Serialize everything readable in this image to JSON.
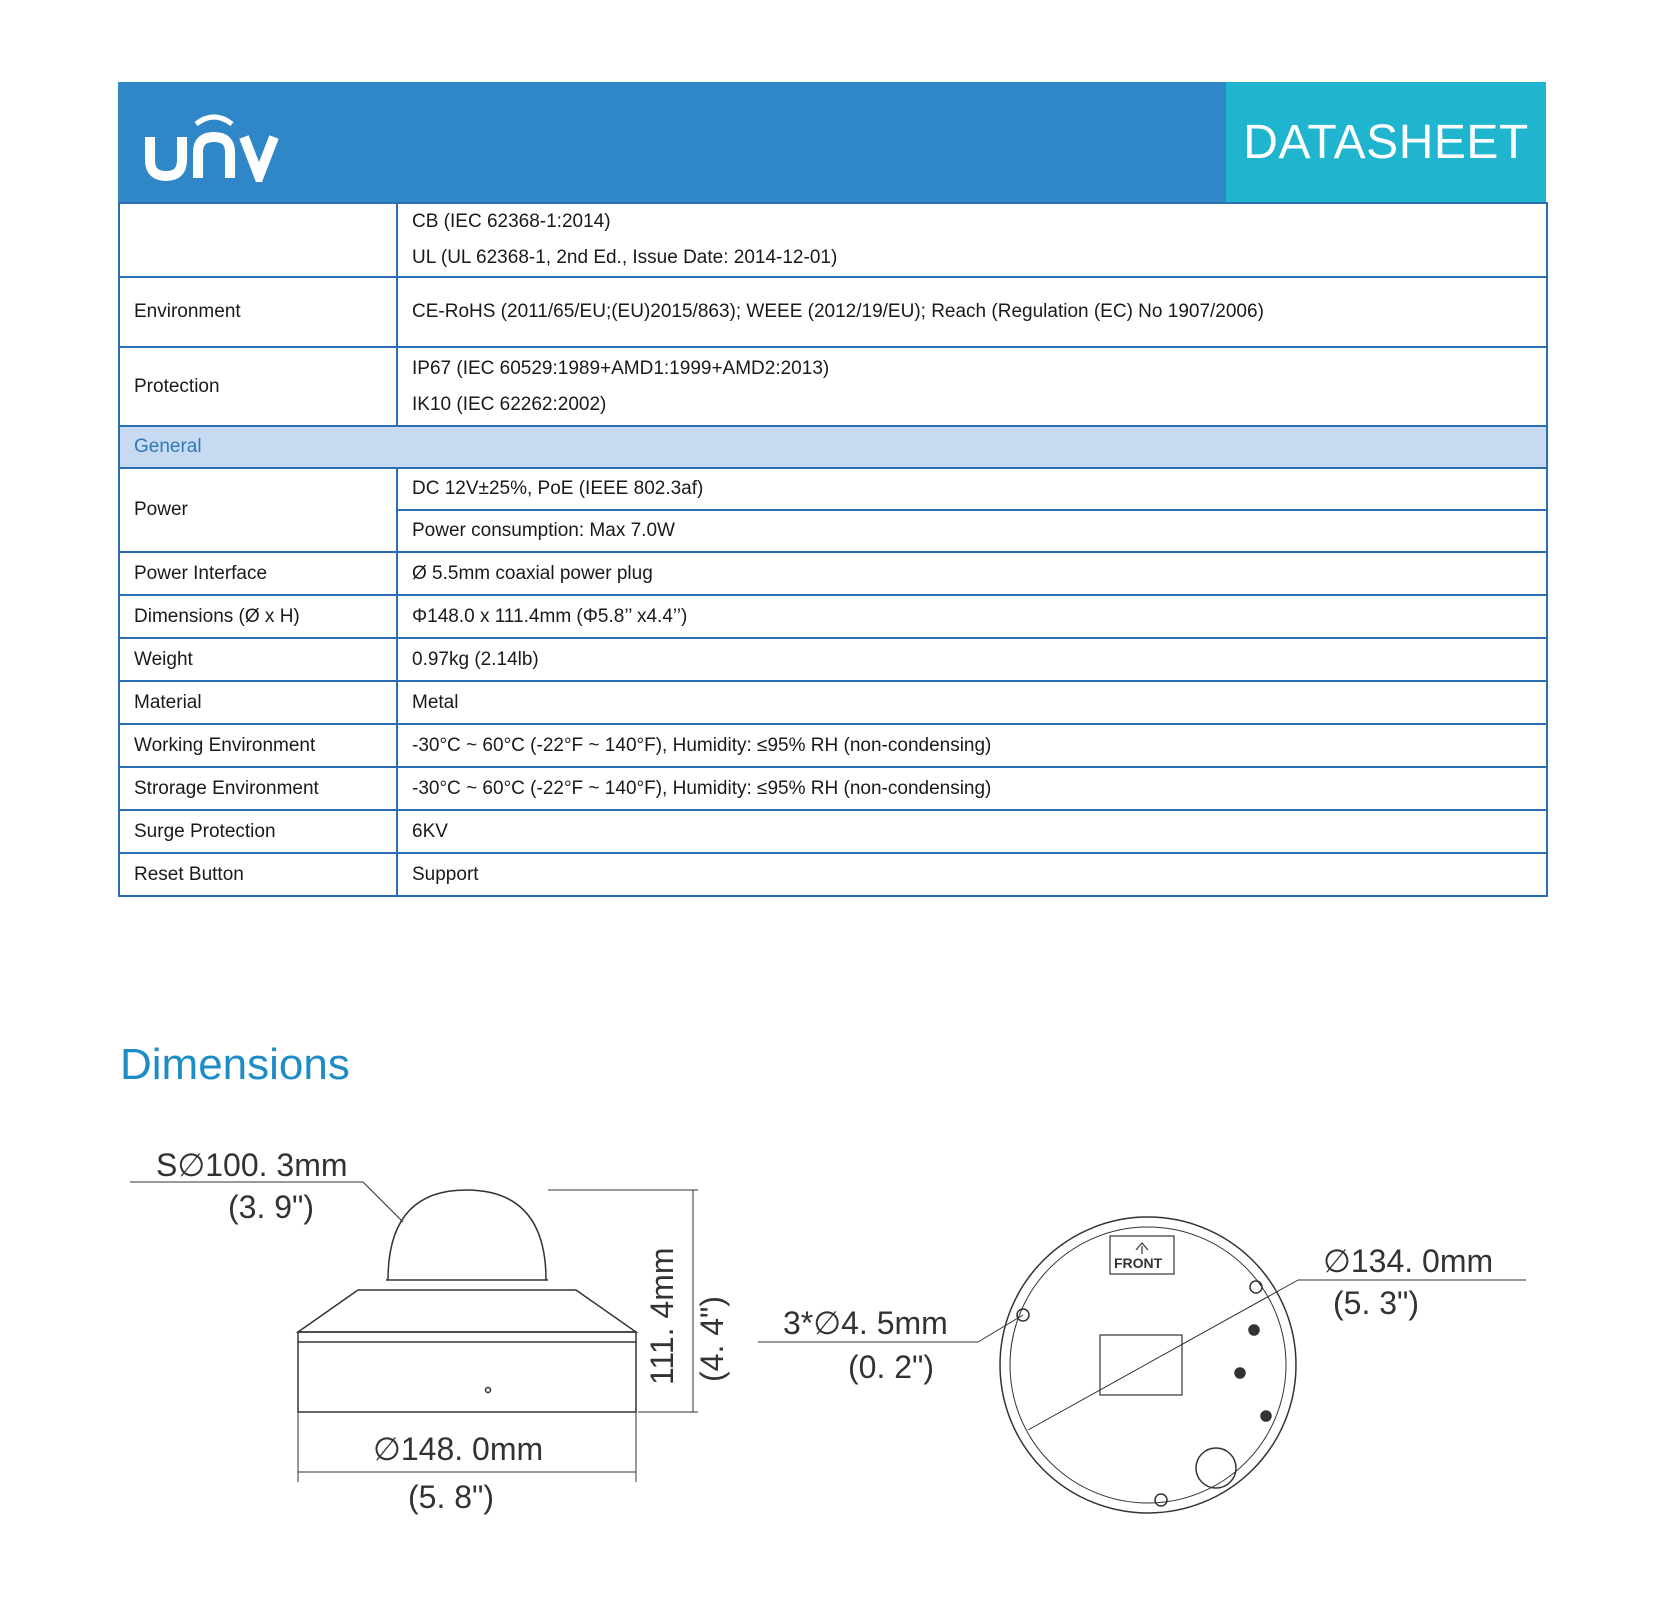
{
  "header": {
    "brand": "UNV",
    "badge": "DATASHEET"
  },
  "rows": {
    "cert": {
      "label": "",
      "lines": [
        "CB (IEC 62368-1:2014)",
        "UL (UL 62368-1, 2nd Ed., Issue Date: 2014-12-01)"
      ]
    },
    "environment": {
      "label": "Environment",
      "value": "CE-RoHS (2011/65/EU;(EU)2015/863); WEEE (2012/19/EU); Reach (Regulation (EC) No 1907/2006)"
    },
    "protection": {
      "label": "Protection",
      "lines": [
        "IP67 (IEC 60529:1989+AMD1:1999+AMD2:2013)",
        "IK10 (IEC 62262:2002)"
      ]
    },
    "general": {
      "label": "General"
    },
    "power": {
      "label": "Power",
      "lines": [
        "DC 12V±25%, PoE (IEEE 802.3af)",
        "Power consumption: Max 7.0W"
      ]
    },
    "power_interface": {
      "label": "Power Interface",
      "value": "Ø 5.5mm coaxial power plug"
    },
    "dimensions": {
      "label": "Dimensions (Ø x H)",
      "value": "Φ148.0 x 111.4mm (Φ5.8’’ x4.4’’)"
    },
    "weight": {
      "label": "Weight",
      "value": "0.97kg (2.14lb)"
    },
    "material": {
      "label": "Material",
      "value": "Metal"
    },
    "working_env": {
      "label": "Working Environment",
      "value": "-30°C ~ 60°C (-22°F ~ 140°F), Humidity: ≤95% RH (non-condensing)"
    },
    "storage_env": {
      "label": "Strorage Environment",
      "value": "-30°C ~ 60°C (-22°F ~ 140°F), Humidity: ≤95% RH (non-condensing)"
    },
    "surge": {
      "label": "Surge Protection",
      "value": "6KV"
    },
    "reset": {
      "label": "Reset Button",
      "value": "Support"
    }
  },
  "dimensions_section": {
    "title": "Dimensions",
    "labels": {
      "dome_mm": "S∅100. 3mm",
      "dome_in": "(3. 9\")",
      "height_mm": "111. 4mm",
      "height_in": "(4. 4\")",
      "width_mm": "∅148. 0mm",
      "width_in": "(5. 8\")",
      "hole_mm": "3*∅4. 5mm",
      "hole_in": "(0. 2\")",
      "base_mm": "∅134. 0mm",
      "base_in": "(5. 3\")",
      "front": "FRONT"
    }
  }
}
